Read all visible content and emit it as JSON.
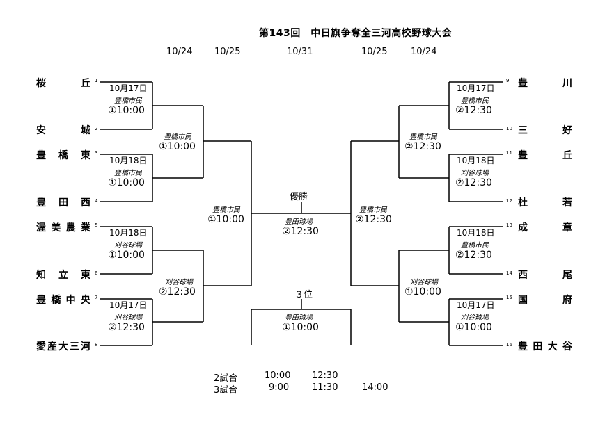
{
  "title": "第143回　中日旗争奪全三河高校野球大会",
  "dates": [
    "10/24",
    "10/25",
    "10/31",
    "10/25",
    "10/24"
  ],
  "teams_left": [
    {
      "name": "桜　　丘",
      "seed": "1"
    },
    {
      "name": "安　　城",
      "seed": "2"
    },
    {
      "name": "豊 橋 東",
      "seed": "3"
    },
    {
      "name": "豊 田 西",
      "seed": "4"
    },
    {
      "name": "渥美農業",
      "seed": "5"
    },
    {
      "name": "知 立 東",
      "seed": "6"
    },
    {
      "name": "豊橋中央",
      "seed": "7"
    },
    {
      "name": "愛産大三河",
      "seed": "8"
    }
  ],
  "teams_right": [
    {
      "name": "豊　　川",
      "seed": "9"
    },
    {
      "name": "三　　好",
      "seed": "10"
    },
    {
      "name": "豊　　丘",
      "seed": "11"
    },
    {
      "name": "杜　　若",
      "seed": "12"
    },
    {
      "name": "成　　章",
      "seed": "13"
    },
    {
      "name": "西　　尾",
      "seed": "14"
    },
    {
      "name": "国　　府",
      "seed": "15"
    },
    {
      "name": "豊 田 大 谷",
      "seed": "16"
    }
  ],
  "games": {
    "l1": {
      "date": "10月17日",
      "venue": "豊橋市民",
      "time": "①10:00"
    },
    "l2": {
      "date": "10月18日",
      "venue": "豊橋市民",
      "time": "①10:00"
    },
    "l3": {
      "date": "10月18日",
      "venue": "刈谷球場",
      "time": "①10:00"
    },
    "l4": {
      "date": "10月17日",
      "venue": "刈谷球場",
      "time": "②12:30"
    },
    "lq1": {
      "venue": "豊橋市民",
      "time": "①10:00"
    },
    "lq2": {
      "venue": "刈谷球場",
      "time": "②12:30"
    },
    "ls": {
      "venue": "豊橋市民",
      "time": "①10:00"
    },
    "r1": {
      "date": "10月17日",
      "venue": "豊橋市民",
      "time": "②12:30"
    },
    "r2": {
      "date": "10月18日",
      "venue": "刈谷球場",
      "time": "②12:30"
    },
    "r3": {
      "date": "10月18日",
      "venue": "豊橋市民",
      "time": "②12:30"
    },
    "r4": {
      "date": "10月17日",
      "venue": "刈谷球場",
      "time": "①10:00"
    },
    "rq1": {
      "venue": "豊橋市民",
      "time": "②12:30"
    },
    "rq2": {
      "venue": "刈谷球場",
      "time": "①10:00"
    },
    "rs": {
      "venue": "豊橋市民",
      "time": "②12:30"
    },
    "final": {
      "label": "優勝",
      "venue": "豊田球場",
      "time": "②12:30"
    },
    "third": {
      "label": "３位",
      "venue": "豊田球場",
      "time": "①10:00"
    }
  },
  "schedule": {
    "row1": {
      "label": "2試合",
      "t1": "10:00",
      "t2": "12:30",
      "t3": ""
    },
    "row2": {
      "label": "3試合",
      "t1": "9:00",
      "t2": "11:30",
      "t3": "14:00"
    }
  }
}
